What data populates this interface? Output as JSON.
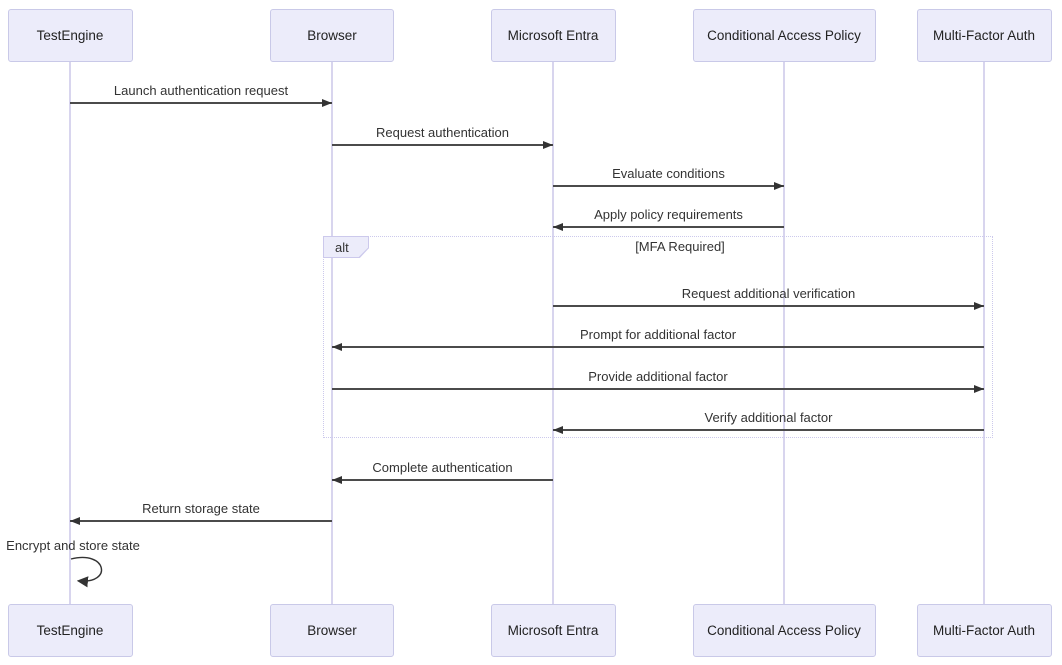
{
  "diagram": {
    "type": "sequence-diagram",
    "actors": [
      {
        "id": "testengine",
        "label": "TestEngine"
      },
      {
        "id": "browser",
        "label": "Browser"
      },
      {
        "id": "entra",
        "label": "Microsoft Entra"
      },
      {
        "id": "cap",
        "label": "Conditional Access Policy"
      },
      {
        "id": "mfa",
        "label": "Multi-Factor Auth"
      }
    ],
    "messages": [
      {
        "from": "testengine",
        "to": "browser",
        "label": "Launch authentication request"
      },
      {
        "from": "browser",
        "to": "entra",
        "label": "Request authentication"
      },
      {
        "from": "entra",
        "to": "cap",
        "label": "Evaluate conditions"
      },
      {
        "from": "cap",
        "to": "entra",
        "label": "Apply policy requirements"
      },
      {
        "from": "entra",
        "to": "mfa",
        "label": "Request additional verification",
        "in_fragment": true
      },
      {
        "from": "mfa",
        "to": "browser",
        "label": "Prompt for additional factor",
        "in_fragment": true
      },
      {
        "from": "browser",
        "to": "mfa",
        "label": "Provide additional factor",
        "in_fragment": true
      },
      {
        "from": "mfa",
        "to": "entra",
        "label": "Verify additional factor",
        "in_fragment": true
      },
      {
        "from": "entra",
        "to": "browser",
        "label": "Complete authentication"
      },
      {
        "from": "browser",
        "to": "testengine",
        "label": "Return storage state"
      },
      {
        "from": "testengine",
        "to": "testengine",
        "label": "Encrypt and store state",
        "self": true
      }
    ],
    "fragment": {
      "operator": "alt",
      "condition": "[MFA Required]"
    },
    "colors": {
      "actor_fill": "#ECECFA",
      "actor_border": "#C9C9E8",
      "lifeline": "#D8D5EE",
      "message_line": "#4b4b4b",
      "text": "#333333",
      "fragment_border": "#CCC9EC"
    }
  }
}
